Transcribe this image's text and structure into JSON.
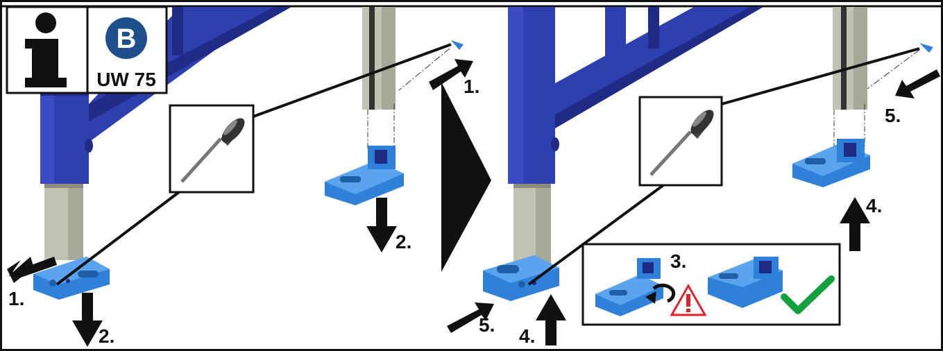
{
  "badge": {
    "info_icon": "info-icon",
    "variant_letter": "B",
    "variant_code": "UW 75"
  },
  "steps": {
    "left": {
      "step1_a": "1.",
      "step2_a": "2.",
      "step1_b": "1.",
      "step2_b": "2."
    },
    "right": {
      "step3": "3.",
      "step4_a": "4.",
      "step4_b": "4.",
      "step5_a": "5.",
      "step5_b": "5."
    }
  },
  "icons": {
    "screwdriver": "screwdriver-icon",
    "warning": "warning-triangle-icon",
    "check": "check-mark-icon",
    "rotate": "rotate-arrow-icon",
    "next": "next-step-arrow-icon"
  },
  "colors": {
    "frame_blue": "#2e3fb0",
    "frame_blue_dark": "#1f2b85",
    "foot_blue": "#2f80d8",
    "foot_blue_light": "#5aa3ee",
    "steel": "#b9b9a9",
    "warning_red": "#e3202b",
    "check_green": "#14a03c",
    "badge_blue": "#1d4f8c"
  }
}
